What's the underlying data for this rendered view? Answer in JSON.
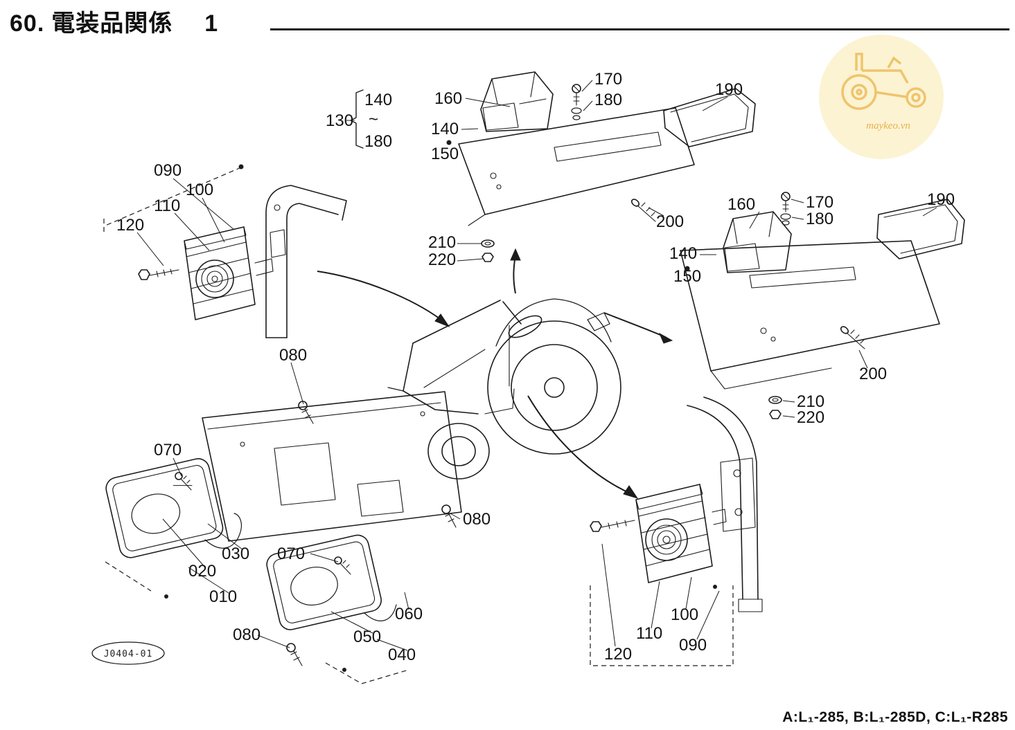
{
  "page": {
    "section_number": "60.",
    "section_title": "電装品関係",
    "sheet_number": "1",
    "footer_models": "A:L₁-285, B:L₁-285D, C:L₁-R285",
    "stamp_code": "J0404-01"
  },
  "watermark": {
    "site": "maykeo.vn"
  },
  "callouts": {
    "v010": "010",
    "v020": "020",
    "v030": "030",
    "v040": "040",
    "v050": "050",
    "v060": "060",
    "v070": "070",
    "v080": "080",
    "v090": "090",
    "v100": "100",
    "v110": "110",
    "v120": "120",
    "v130": "130",
    "v140": "140",
    "v150": "150",
    "v160": "160",
    "v170": "170",
    "v180": "180",
    "v190": "190",
    "v200": "200",
    "v210": "210",
    "v220": "220",
    "tilde": "~"
  }
}
